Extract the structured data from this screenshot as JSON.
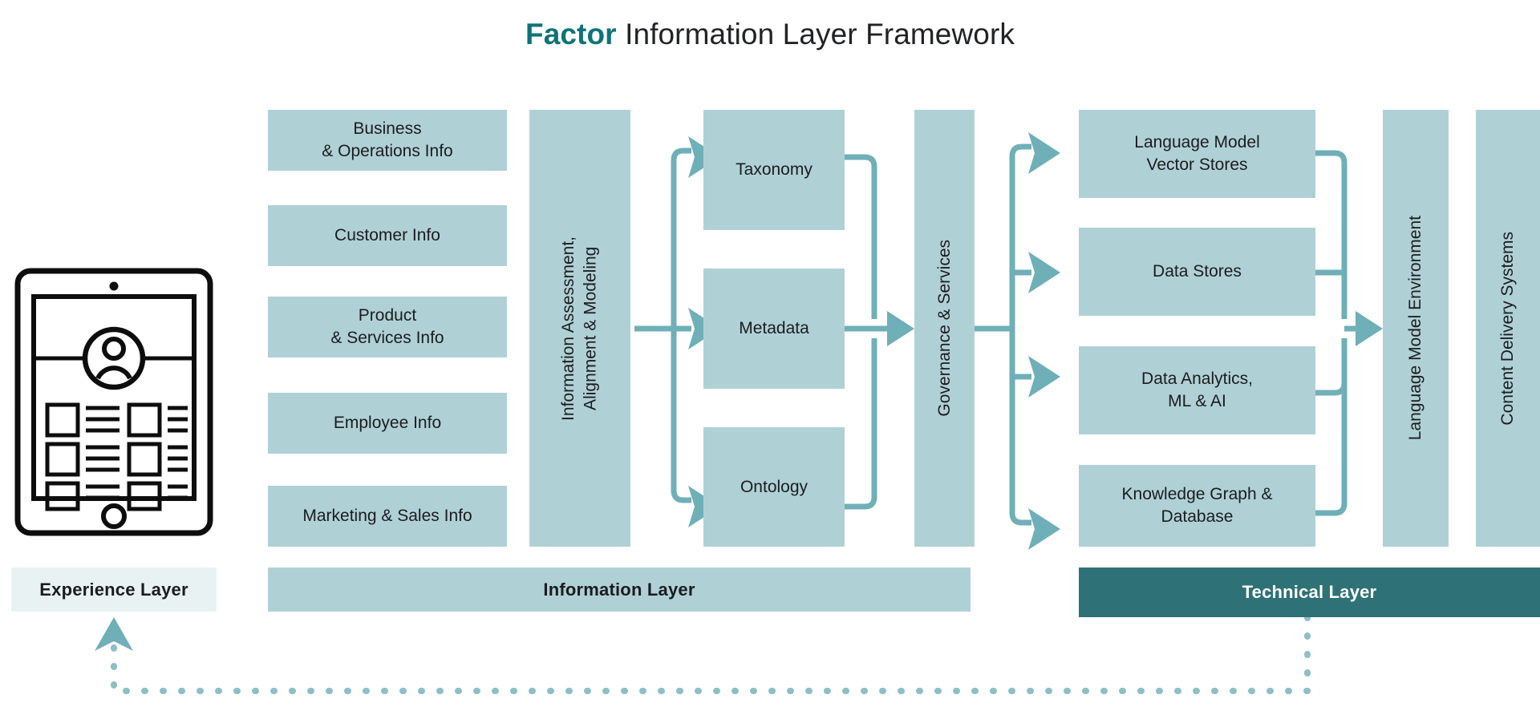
{
  "title": {
    "brand": "Factor",
    "rest": " Information Layer Framework"
  },
  "colors": {
    "brand_teal": "#0e7378",
    "box_fill": "#afd1d6",
    "connector": "#6fafb8",
    "technical_layer": "#2e7278",
    "experience_layer": "#e8f2f2",
    "text": "#1c1c1e"
  },
  "experience": {
    "device_icon": "tablet-device-icon",
    "layer_label": "Experience Layer"
  },
  "information": {
    "layer_label": "Information Layer",
    "sources": [
      {
        "label": "Business\n& Operations Info"
      },
      {
        "label": "Customer Info"
      },
      {
        "label": "Product\n& Services Info"
      },
      {
        "label": "Employee Info"
      },
      {
        "label": "Marketing & Sales Info"
      }
    ],
    "assessment_label": "Information Assessment,\nAlignment & Modeling",
    "models": [
      {
        "label": "Taxonomy"
      },
      {
        "label": "Metadata"
      },
      {
        "label": "Ontology"
      }
    ],
    "governance_label": "Governance & Services"
  },
  "technical": {
    "layer_label": "Technical Layer",
    "systems": [
      {
        "label": "Language Model\nVector Stores"
      },
      {
        "label": "Data Stores"
      },
      {
        "label": "Data Analytics,\nML & AI"
      },
      {
        "label": "Knowledge Graph &\nDatabase"
      }
    ],
    "lm_environment_label": "Language Model Environment",
    "content_delivery_label": "Content Delivery Systems"
  }
}
